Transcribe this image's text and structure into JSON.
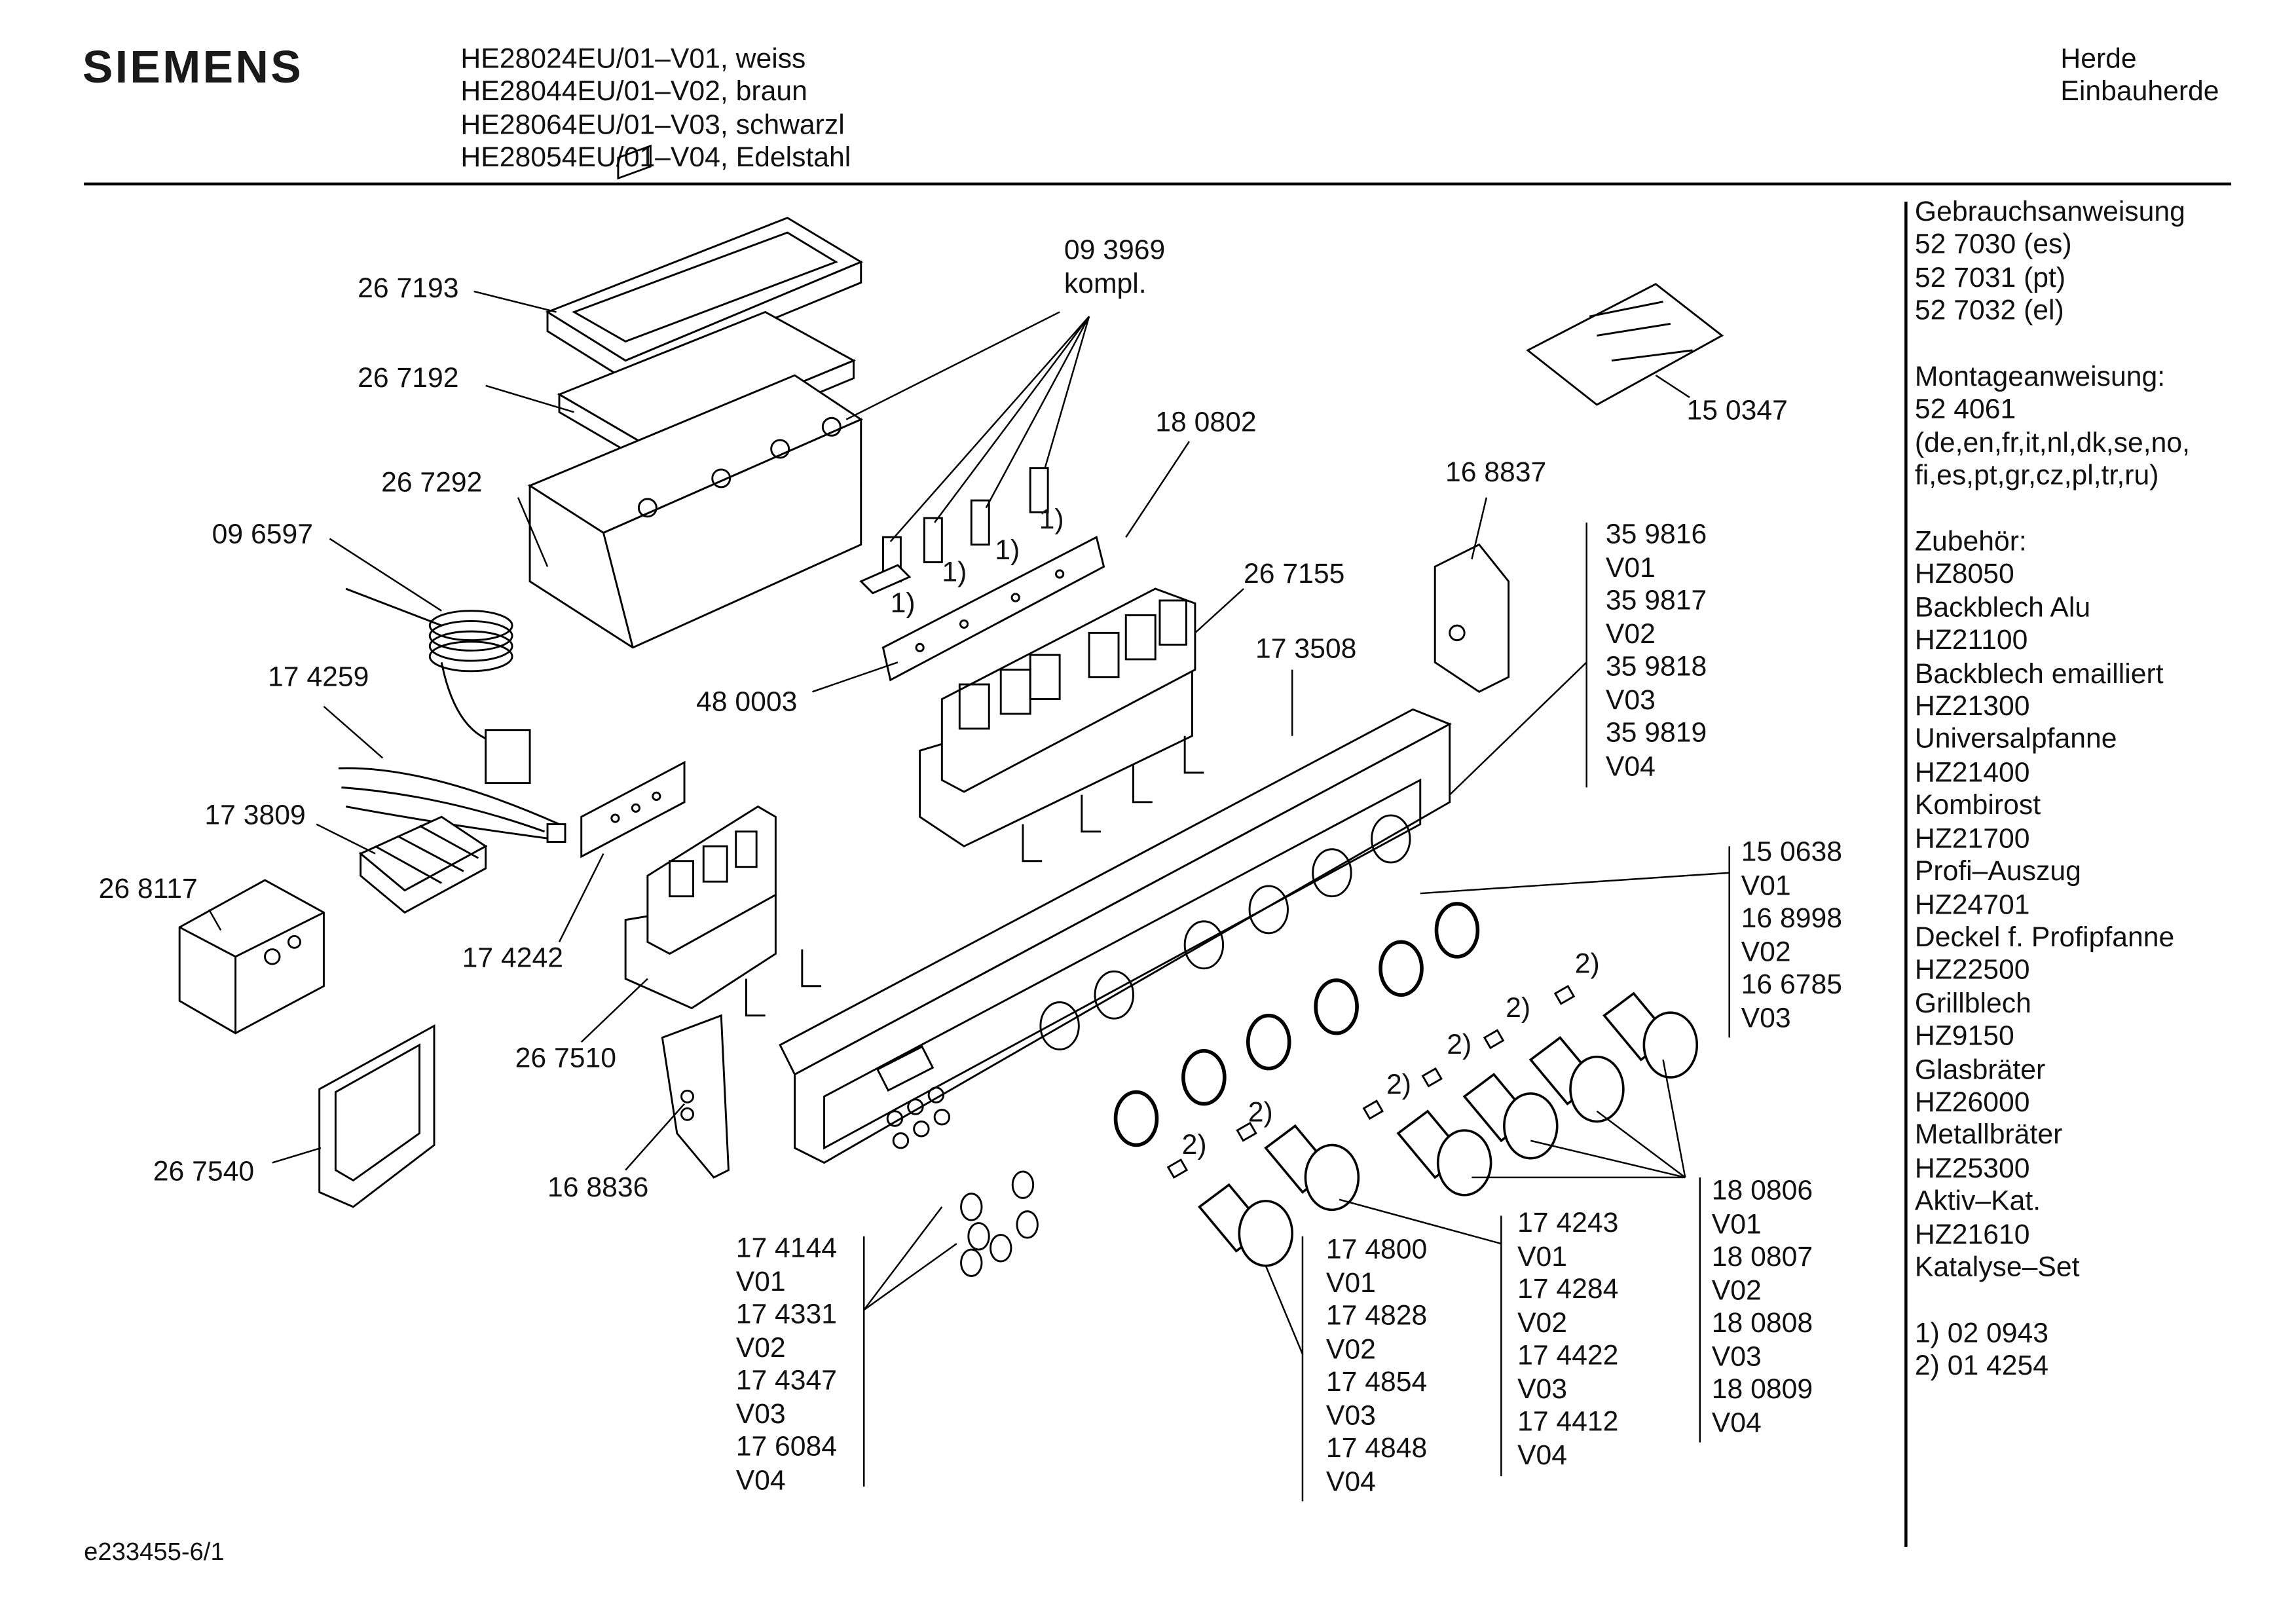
{
  "header": {
    "brand": "SIEMENS",
    "models": [
      "HE28024EU/01–V01, weiss",
      "HE28044EU/01–V02, braun",
      "HE28064EU/01–V03, schwarzl",
      "HE28054EU/01–V04, Edelstahl"
    ],
    "category": [
      "Herde",
      "Einbauherde"
    ]
  },
  "labels": [
    "26 7193",
    "26 7192",
    "26 7292",
    "09 6597",
    "17 4259",
    "17 3809",
    "26 8117",
    "17 4242",
    "26 7510",
    "26 7540",
    "16 8836",
    "48 0003",
    "09 3969",
    "kompl.",
    "18 0802",
    "26 7155",
    "17 3508",
    "15 0347",
    "16 8837"
  ],
  "columns": {
    "c359816": [
      "35 9816",
      "V01",
      "35 9817",
      "V02",
      "35 9818",
      "V03",
      "35 9819",
      "V04"
    ],
    "c150638": [
      "15 0638",
      "V01",
      "16 8998",
      "V02",
      "16 6785",
      "V03"
    ],
    "c180806": [
      "18 0806",
      "V01",
      "18 0807",
      "V02",
      "18 0808",
      "V03",
      "18 0809",
      "V04"
    ],
    "c174243": [
      "17 4243",
      "V01",
      "17 4284",
      "V02",
      "17 4422",
      "V03",
      "17 4412",
      "V04"
    ],
    "c174800": [
      "17 4800",
      "V01",
      "17 4828",
      "V02",
      "17 4854",
      "V03",
      "17 4848",
      "V04"
    ],
    "c174144": [
      "17 4144",
      "V01",
      "17 4331",
      "V02",
      "17 4347",
      "V03",
      "17 6084",
      "V04"
    ]
  },
  "footnote_marks": [
    "1)",
    "1)",
    "1)",
    "1)",
    "2)",
    "2)",
    "2)",
    "2)",
    "2)",
    "2)"
  ],
  "right_column": [
    "Gebrauchsanweisung",
    "52 7030 (es)",
    "52 7031 (pt)",
    "52 7032 (el)",
    "",
    "Montageanweisung:",
    "52 4061",
    "(de,en,fr,it,nl,dk,se,no,",
    "fi,es,pt,gr,cz,pl,tr,ru)",
    "",
    "Zubehör:",
    "HZ8050",
    "Backblech Alu",
    "HZ21100",
    "Backblech emailliert",
    "HZ21300",
    "Universalpfanne",
    "HZ21400",
    "Kombirost",
    "HZ21700",
    "Profi–Auszug",
    "HZ24701",
    "Deckel f. Profipfanne",
    "HZ22500",
    "Grillblech",
    "HZ9150",
    "Glasbräter",
    "HZ26000",
    "Metallbräter",
    "HZ25300",
    "Aktiv–Kat.",
    "HZ21610",
    "Katalyse–Set",
    "",
    "1) 02 0943",
    "2) 01 4254"
  ],
  "footer": {
    "drawing_id": "e233455-6/1"
  }
}
